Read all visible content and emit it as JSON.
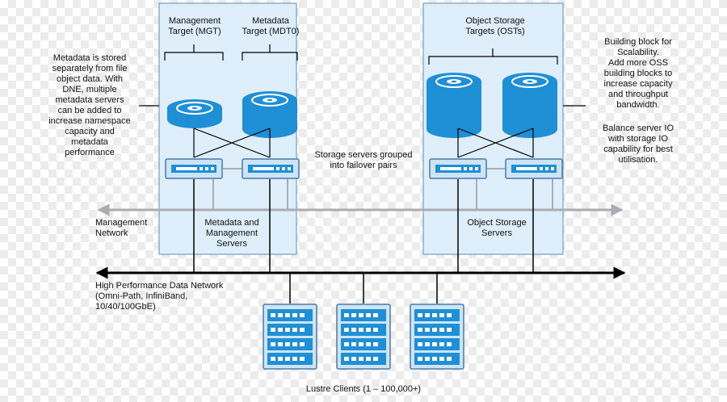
{
  "labels": {
    "mgt": "Management\nTarget (MGT)",
    "mdt": "Metadata\nTarget (MDT0)",
    "ost": "Object Storage\nTargets (OSTs)",
    "metadata_note": "Metadata is stored\nseparately from file\nobject data. With\nDNE, multiple\nmetadata servers\ncan be added to\nincrease namespace\ncapacity and\nmetadata\nperformance",
    "scal_note": "Building block for\nScalability.\nAdd more OSS\nbuilding blocks to\nincrease capacity\nand throughput\nbandwidth.",
    "balance_note": "Balance server IO\nwith storage IO\ncapability for best\nutilisation.",
    "failover": "Storage servers grouped\ninto failover pairs",
    "mgmt_network": "Management\nNetwork",
    "mds": "Metadata and\nManagement\nServers",
    "oss": "Object Storage\nServers",
    "hpdn": "High Performance Data  Network\n(Omni-Path, InfiniBand,\n10/40/100GbE)",
    "clients": "Lustre Clients (1 – 100,000+)"
  },
  "colors": {
    "panel_fill": "#deeefb",
    "panel_stroke": "#5b8db8",
    "disk_blue": "#1f8fd6",
    "server_fill": "#cde4f7",
    "grey_line": "#a9adb1",
    "black_line": "#000000"
  },
  "icons": [
    "disk-icon",
    "server-icon",
    "rack-icon"
  ]
}
